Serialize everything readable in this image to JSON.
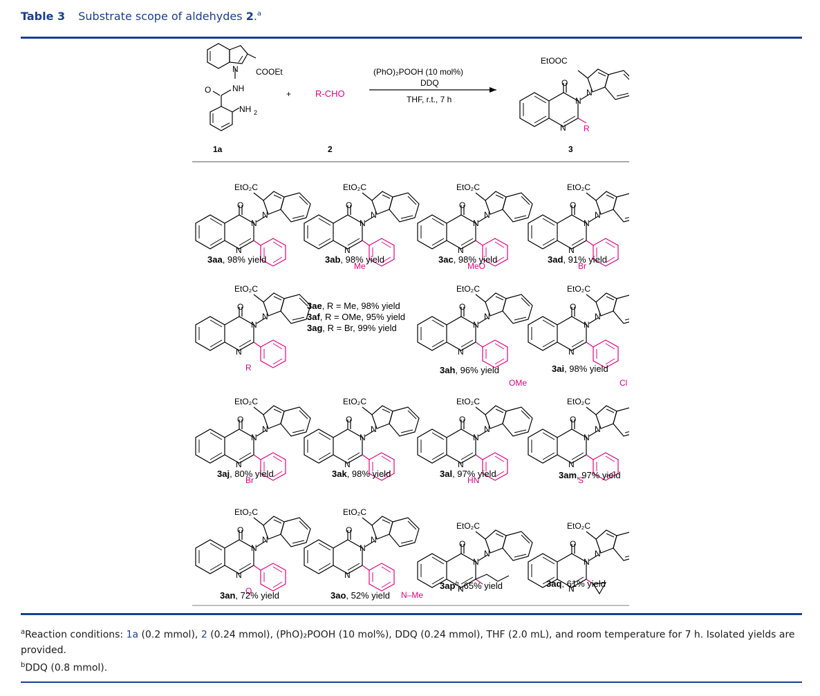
{
  "caption": {
    "table_label": "Table 3",
    "title_prefix": "Substrate scope of aldehydes ",
    "compound": "2",
    "suffix": ".",
    "note_marker": "a"
  },
  "reaction": {
    "reactant1_label": "1a",
    "reactant1_groups": {
      "ester": "COOEt",
      "amine": "NH",
      "amino": "NH",
      "amino_sub": "2",
      "carbonyl_o": "O"
    },
    "plus": "+",
    "reactant2": "R-CHO",
    "reactant2_label": "2",
    "conditions": [
      "(PhO)₂POOH (10 mol%)",
      "DDQ",
      "THF, r.t., 7 h"
    ],
    "product_label": "3",
    "product_groups": {
      "ester": "EtOOC",
      "r": "R",
      "o": "O"
    },
    "colors": {
      "black": "#000000",
      "magenta": "#e6007e"
    }
  },
  "compounds": [
    {
      "id": "3aa",
      "yield": ", 98% yield",
      "sub": ""
    },
    {
      "id": "3ab",
      "yield": ", 98% yield",
      "sub": "Me"
    },
    {
      "id": "3ac",
      "yield": ", 98% yield",
      "sub": "MeO"
    },
    {
      "id": "3ad",
      "yield": ", 91% yield",
      "sub": "Br"
    },
    {
      "id": "3ae–3ag",
      "yield": "",
      "sub": "R"
    },
    {
      "id": "3ah",
      "yield": ", 96% yield",
      "sub": "OMe"
    },
    {
      "id": "3ai",
      "yield": ", 98% yield",
      "sub": "Cl"
    },
    {
      "id": "3aj",
      "yield": ", 80% yield",
      "sub": "Br"
    },
    {
      "id": "3ak",
      "yield": ", 98% yield",
      "sub": ""
    },
    {
      "id": "3al",
      "yield": ", 97% yield",
      "sub": "HN"
    },
    {
      "id": "3am",
      "yield": ", 97% yield",
      "sub": "S"
    },
    {
      "id": "3an",
      "yield": ", 72% yield",
      "sub": "O"
    },
    {
      "id": "3ao",
      "yield": ", 52% yield",
      "sub": "N–Me"
    },
    {
      "id": "3ap",
      "id_sup": "b",
      "yield": ", 65% yield",
      "sub": ""
    },
    {
      "id": "3aq",
      "yield": ", 61% yield",
      "sub": ""
    }
  ],
  "ae_list": [
    {
      "id": "3ae",
      "text": ", R = Me, 98% yield"
    },
    {
      "id": "3af",
      "text": ", R = OMe, 95% yield"
    },
    {
      "id": "3ag",
      "text": ", R = Br, 99% yield"
    }
  ],
  "mol_text": {
    "ester": "EtO₂C",
    "o": "O",
    "n": "N"
  },
  "footnotes": {
    "a_marker": "a",
    "a_text_1": "Reaction conditions: ",
    "a_ref1": "1a",
    "a_text_2": " (0.2 mmol), ",
    "a_ref2": "2",
    "a_text_3": " (0.24 mmol), (PhO)₂POOH (10 mol%), DDQ (0.24 mmol), THF (2.0 mL), and room temperature for 7 h. Isolated yields are provided.",
    "b_marker": "b",
    "b_text": "DDQ (0.8 mmol)."
  }
}
